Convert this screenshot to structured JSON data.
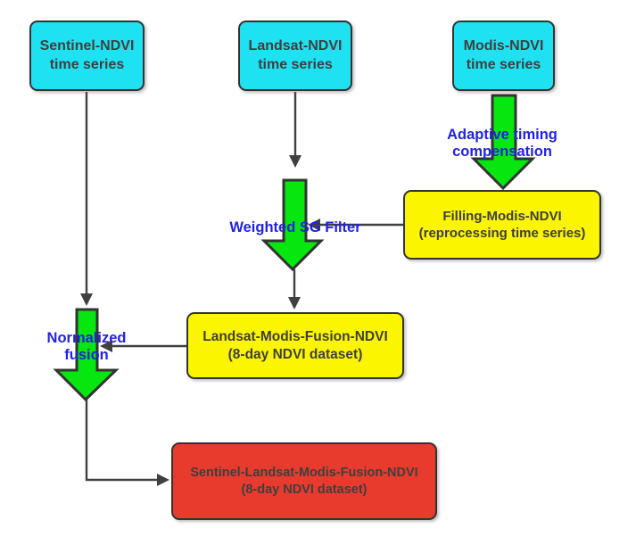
{
  "colors": {
    "background": "#FFFFFF",
    "cyan": "#1EE2F2",
    "yellow": "#FCF500",
    "red": "#E93B2D",
    "green": "#05E70F",
    "border": "#333333",
    "box_text": "#3F3F3F",
    "label_text": "#2222E0",
    "connector": "#404040"
  },
  "nodes": {
    "sentinel": {
      "line1": "Sentinel-NDVI",
      "line2": "time series"
    },
    "landsat": {
      "line1": "Landsat-NDVI",
      "line2": "time series"
    },
    "modis": {
      "line1": "Modis-NDVI",
      "line2": "time series"
    },
    "filling": {
      "line1": "Filling-Modis-NDVI",
      "line2": "(reprocessing time series)"
    },
    "fusion": {
      "line1": "Landsat-Modis-Fusion-NDVI",
      "line2": "(8-day NDVI dataset)"
    },
    "final": {
      "line1": "Sentinel-Landsat-Modis-Fusion-NDVI",
      "line2": "(8-day NDVI dataset)"
    }
  },
  "labels": {
    "adaptive": {
      "line1": "Adaptive timing",
      "line2": "compensation"
    },
    "weighted": {
      "line1": "Weighted SG Filter"
    },
    "normalized": {
      "line1": "Normalized",
      "line2": "fusion"
    }
  }
}
